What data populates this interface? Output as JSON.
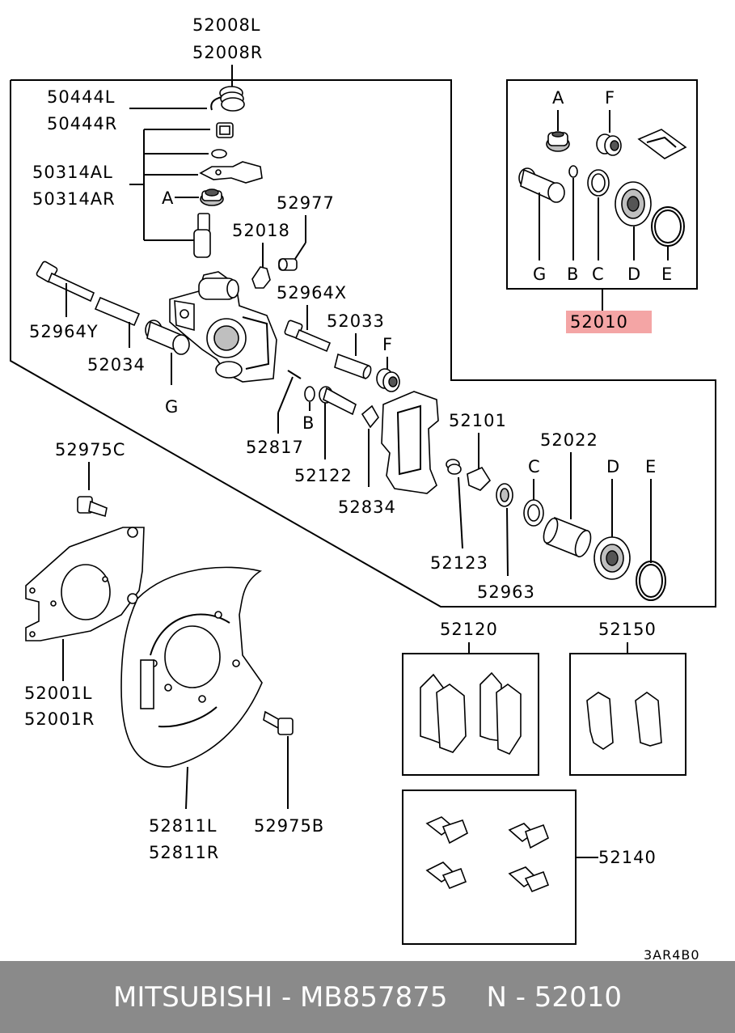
{
  "labels": {
    "l52008L": "52008L",
    "l52008R": "52008R",
    "l50444L": "50444L",
    "l50444R": "50444R",
    "l50314AL": "50314AL",
    "l50314AR": "50314AR",
    "lA1": "A",
    "l52977": "52977",
    "l52018": "52018",
    "l52964X": "52964X",
    "l52964Y": "52964Y",
    "l52033": "52033",
    "l52034": "52034",
    "lF1": "F",
    "lG1": "G",
    "lB1": "B",
    "l52817": "52817",
    "l52122": "52122",
    "l52834": "52834",
    "l52101": "52101",
    "l52022": "52022",
    "lC1": "C",
    "lD1": "D",
    "lE1": "E",
    "l52123": "52123",
    "l52963": "52963",
    "lA2": "A",
    "lF2": "F",
    "lG2": "G",
    "lB2": "B",
    "lC2": "C",
    "lD2": "D",
    "lE2": "E",
    "l52010": "52010",
    "l52975C": "52975C",
    "l52001L": "52001L",
    "l52001R": "52001R",
    "l52811L": "52811L",
    "l52811R": "52811R",
    "l52975B": "52975B",
    "l52120": "52120",
    "l52150": "52150",
    "l52140": "52140",
    "code": "3AR4B0"
  },
  "highlight_color": "#f4a5a5",
  "footer": {
    "brand": "MITSUBISHI - MB857875",
    "ref": "N - 52010"
  }
}
